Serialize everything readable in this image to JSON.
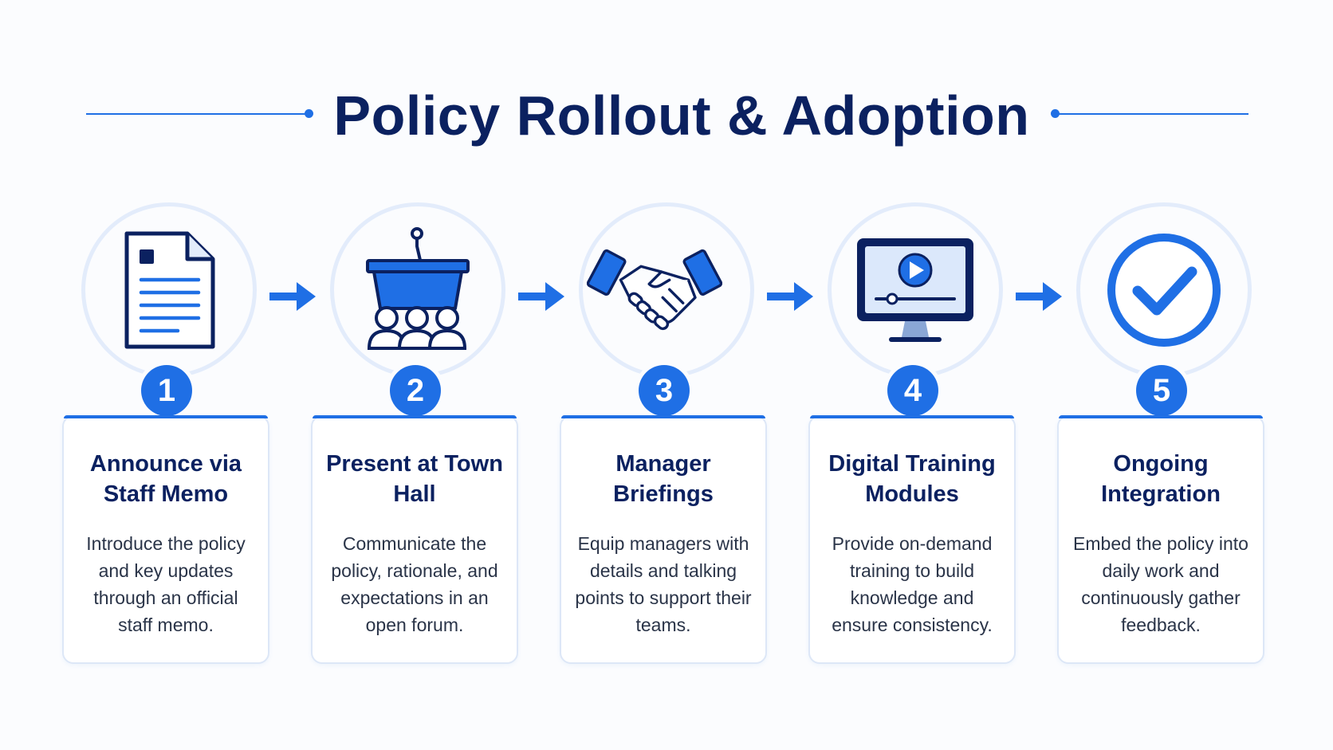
{
  "title": "Policy Rollout & Adoption",
  "colors": {
    "accent": "#1f6fe5",
    "navy": "#0b2160",
    "ring": "#e3ecfb"
  },
  "steps": [
    {
      "number": "1",
      "icon": "memo-document-icon",
      "title": "Announce via Staff Memo",
      "description": "Introduce the policy and key updates through an official staff memo."
    },
    {
      "number": "2",
      "icon": "town-hall-podium-icon",
      "title": "Present at Town Hall",
      "description": "Communicate the policy, rationale, and expectations in an open forum."
    },
    {
      "number": "3",
      "icon": "handshake-icon",
      "title": "Manager Briefings",
      "description": "Equip managers with details and talking points to support their teams."
    },
    {
      "number": "4",
      "icon": "video-monitor-icon",
      "title": "Digital Training Modules",
      "description": "Provide on-demand training to build knowledge and ensure consistency."
    },
    {
      "number": "5",
      "icon": "check-circle-icon",
      "title": "Ongoing Integration",
      "description": "Embed the policy into daily work and continuously gather feedback."
    }
  ]
}
